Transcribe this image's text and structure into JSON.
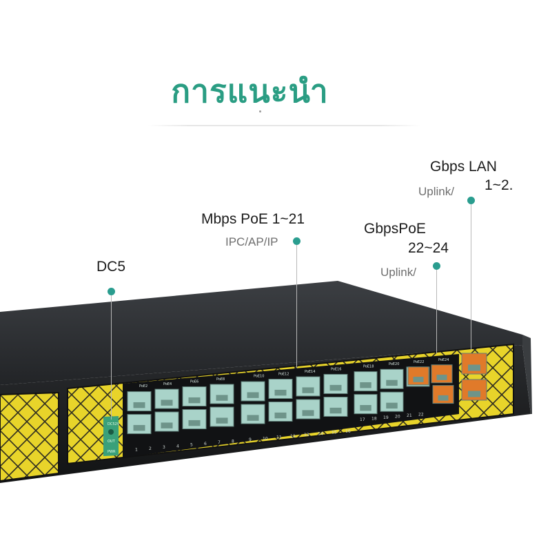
{
  "heading": {
    "title": "การแนะนำ"
  },
  "callouts": {
    "dc": {
      "label": "DC5"
    },
    "poe_fast": {
      "label": "Mbps PoE 1~21",
      "sub": "IPC/AP/IP"
    },
    "poe_gig": {
      "label": "GbpsPoE",
      "label2": "22~24",
      "sub": "Uplink/"
    },
    "lan_gig": {
      "label": "Gbps LAN",
      "label2": "1~2.",
      "sub": "Uplink/"
    }
  },
  "device": {
    "power_port_text": "DC52V",
    "power_out_text": "OUT",
    "power_pwr_text": "PWR",
    "poe_group_labels": [
      "PoE2",
      "PoE4",
      "PoE6",
      "PoE8",
      "PoE10",
      "PoE12",
      "PoE14",
      "PoE16",
      "PoE18",
      "PoE20",
      "PoE22",
      "PoE24"
    ],
    "port_numbers_row1": [
      "1",
      "2",
      "3",
      "4",
      "5",
      "6",
      "7",
      "8",
      "9",
      "10",
      "11",
      "12",
      "13",
      "14",
      "15",
      "16"
    ],
    "port_numbers_row2": [
      "17",
      "18",
      "19",
      "20",
      "21",
      "22"
    ],
    "colors": {
      "body": "#1e2022",
      "panel_yellow": "#e9d52b",
      "port_teal": "#a9d3c9",
      "port_orange": "#e07a2a",
      "accent": "#2a9d8f"
    }
  }
}
